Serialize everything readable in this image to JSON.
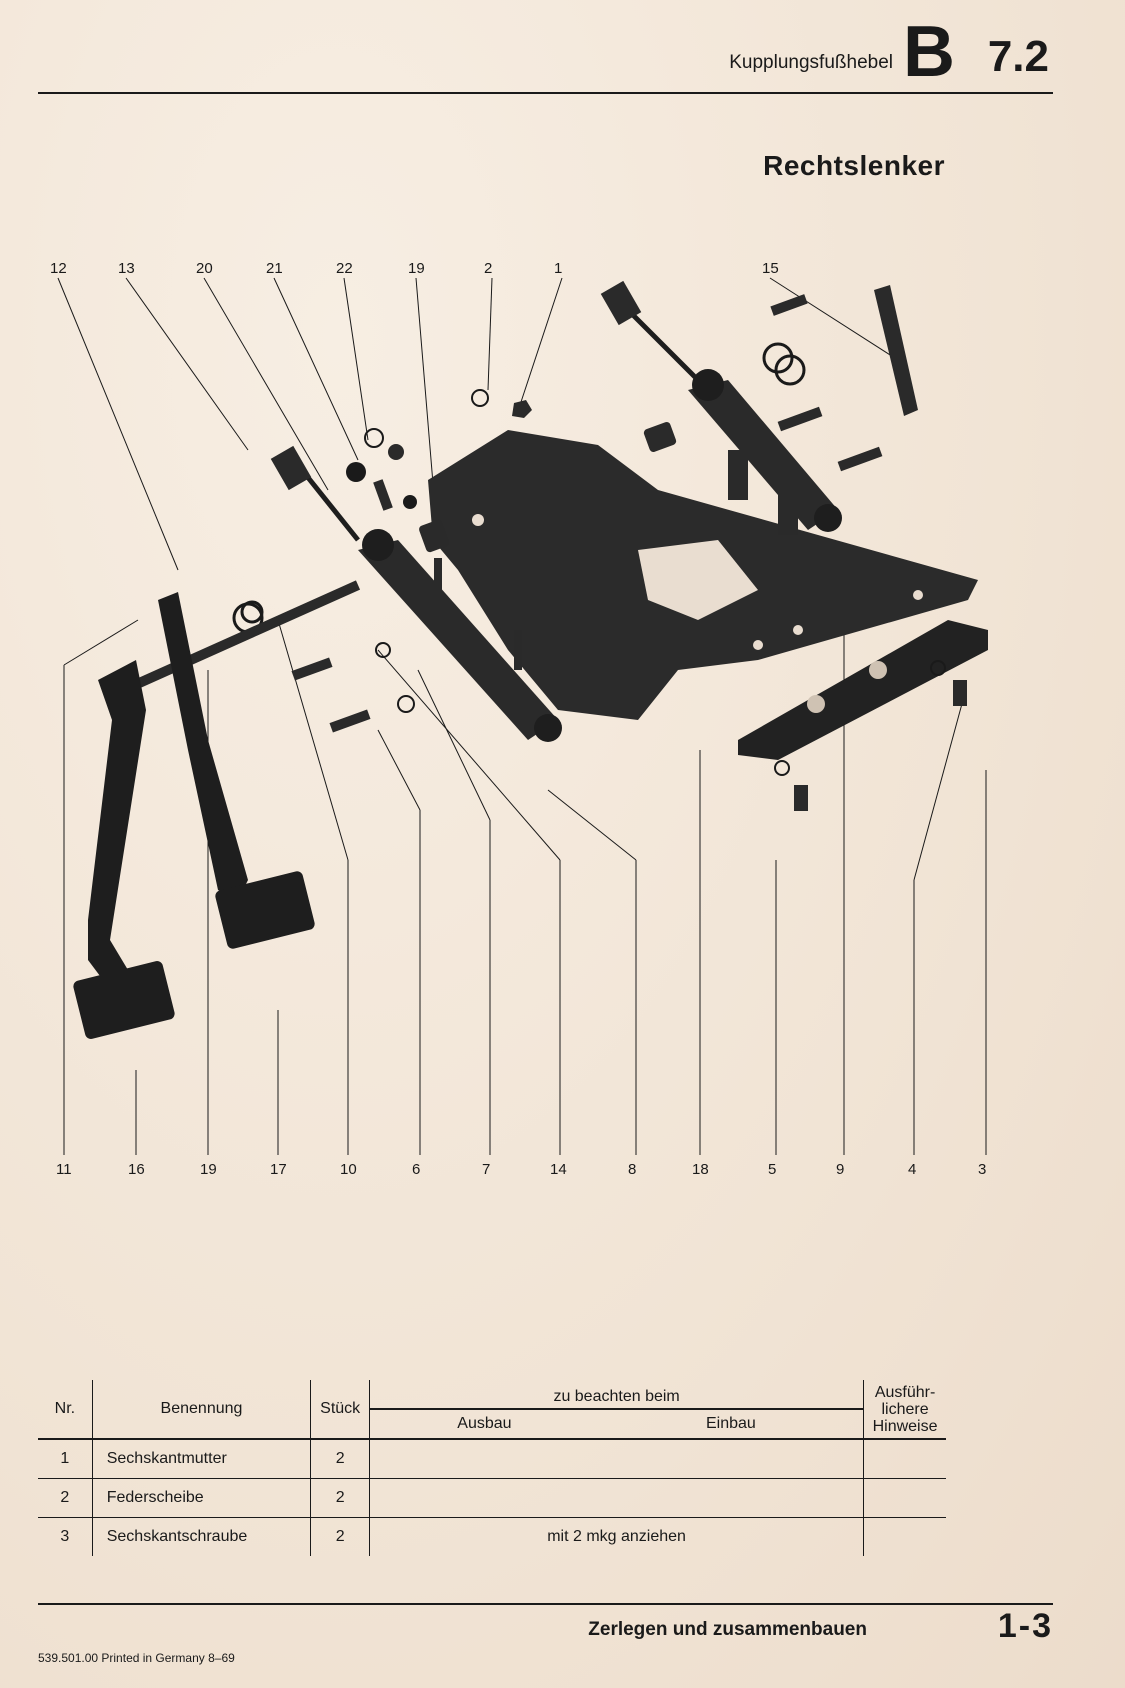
{
  "header": {
    "section_title": "Kupplungsfußhebel",
    "section_letter": "B",
    "section_number": "7.2"
  },
  "variant_title": "Rechtslenker",
  "diagram": {
    "top_callouts": [
      "12",
      "13",
      "20",
      "21",
      "22",
      "19",
      "2",
      "1",
      "15"
    ],
    "bottom_callouts": [
      "11",
      "16",
      "19",
      "17",
      "10",
      "6",
      "7",
      "14",
      "8",
      "18",
      "5",
      "9",
      "4",
      "3"
    ]
  },
  "table": {
    "headers": {
      "nr": "Nr.",
      "name": "Benennung",
      "qty": "Stück",
      "notes_group": "zu beachten beim",
      "removal": "Ausbau",
      "installation": "Einbau",
      "details": "Ausführ-\nlichere\nHinweise"
    },
    "rows": [
      {
        "nr": "1",
        "name": "Sechskantmutter",
        "qty": "2",
        "removal": "",
        "installation": ""
      },
      {
        "nr": "2",
        "name": "Federscheibe",
        "qty": "2",
        "removal": "",
        "installation": ""
      },
      {
        "nr": "3",
        "name": "Sechskantschraube",
        "qty": "2",
        "removal": "",
        "installation": "mit 2 mkg anziehen"
      }
    ]
  },
  "footer": {
    "chapter": "Zerlegen und zusammenbauen",
    "page": "1-3",
    "print_info": "539.501.00  Printed in Germany  8–69"
  }
}
